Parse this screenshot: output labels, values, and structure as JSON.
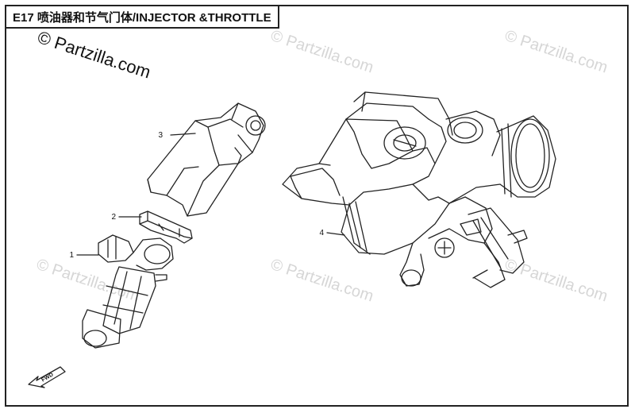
{
  "title": "E17 喷油器和节气门体/INJECTOR &THROTTLE",
  "watermark_main": "© Partzilla.com",
  "watermark_faint": "© Partzilla.com",
  "fwd_label": "FWD",
  "callouts": [
    {
      "id": "1"
    },
    {
      "id": "2"
    },
    {
      "id": "3"
    },
    {
      "id": "4"
    }
  ],
  "colors": {
    "line": "#222222",
    "watermark": "#d6d6d6"
  }
}
